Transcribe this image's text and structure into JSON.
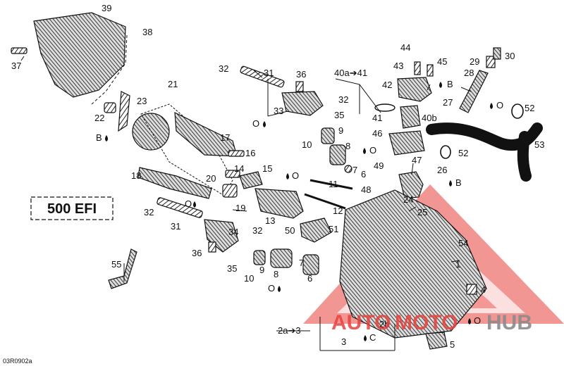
{
  "title_box": "500 EFI",
  "reference_code": "03R0902a",
  "watermark": {
    "part1": "AUTO",
    "part2": "MOTO",
    "part3": "HUB",
    "color_red": "#e8403c",
    "color_gray": "#8a8a8a"
  },
  "callouts": [
    "39",
    "38",
    "37",
    "32",
    "31",
    "36",
    "40a➔41",
    "44",
    "43",
    "45",
    "29",
    "30",
    "42",
    "B",
    "28",
    "21",
    "23",
    "33",
    "32",
    "35",
    "O",
    "22",
    "B",
    "27",
    "O",
    "52",
    "41",
    "40b",
    "17",
    "9",
    "10",
    "8",
    "O",
    "46",
    "53",
    "16",
    "14",
    "15",
    "7",
    "6",
    "49",
    "47",
    "52",
    "26",
    "B",
    "18",
    "20",
    "O",
    "48",
    "11",
    "24",
    "19",
    "12",
    "500 EFI",
    "32",
    "O",
    "25",
    "13",
    "50",
    "51",
    "31",
    "34",
    "32",
    "54",
    "36",
    "55",
    "35",
    "9",
    "10",
    "8",
    "7",
    "6",
    "O",
    "1",
    "4",
    "2a➔3",
    "2b",
    "O",
    "3",
    "C",
    "5",
    "03R0902a"
  ],
  "oil_symbol": "O",
  "ref_B": "B",
  "ref_C": "C"
}
